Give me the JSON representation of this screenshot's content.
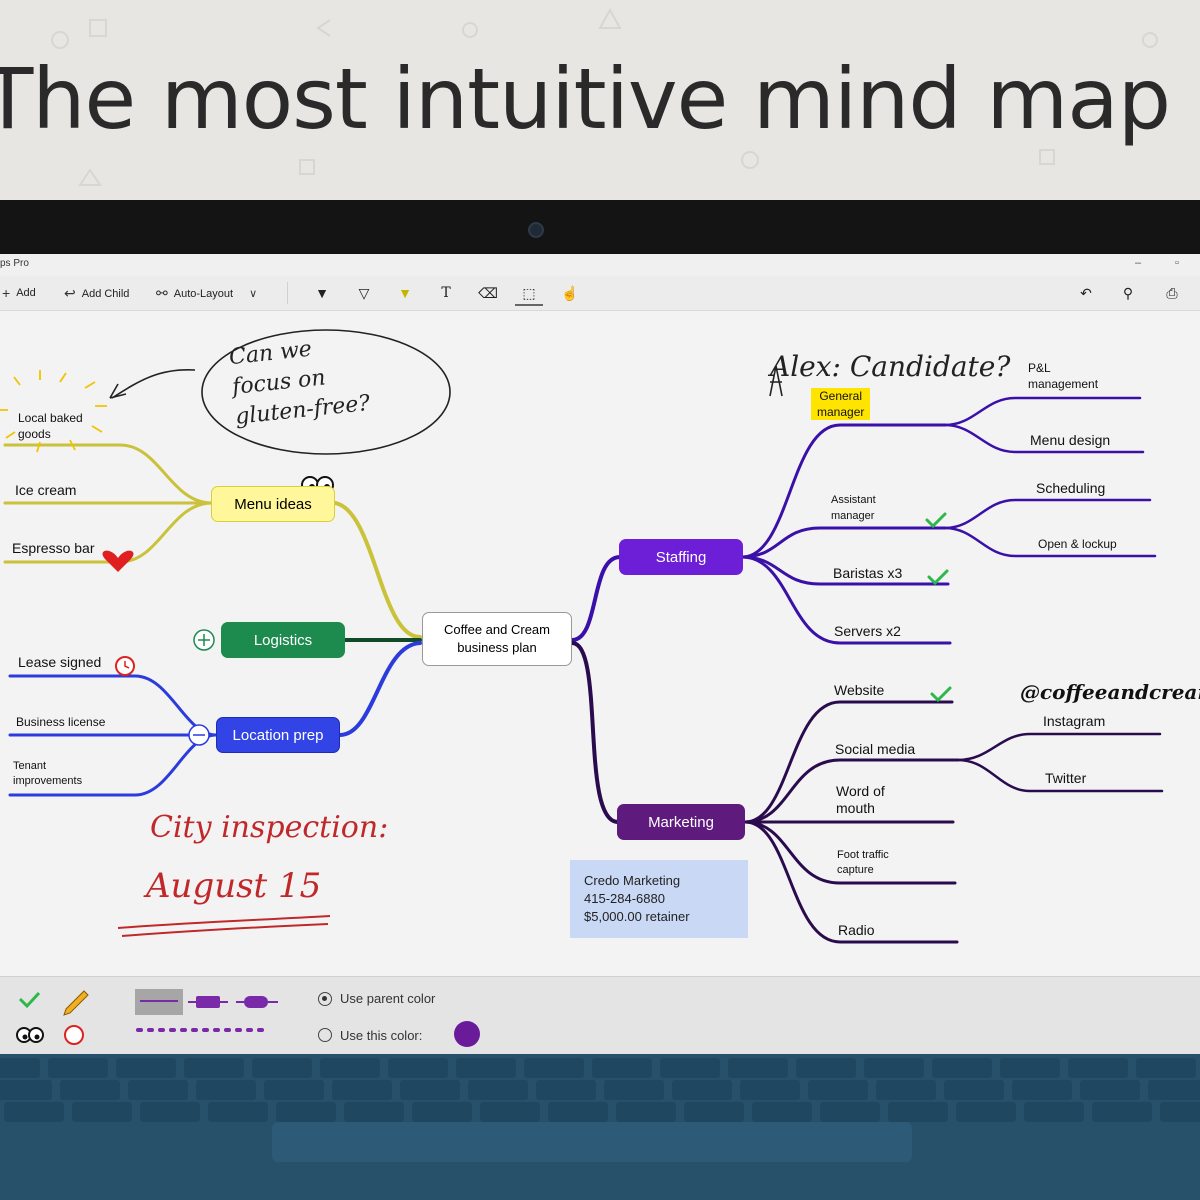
{
  "hero": {
    "title": "The most intuitive mind map app"
  },
  "window": {
    "title": "ps Pro"
  },
  "toolbar": {
    "add": "Add",
    "add_child": "Add Child",
    "auto_layout": "Auto-Layout"
  },
  "map": {
    "center": "Coffee and Cream\nbusiness plan",
    "menu_ideas": "Menu ideas",
    "logistics": "Logistics",
    "location_prep": "Location prep",
    "staffing": "Staffing",
    "marketing": "Marketing",
    "menu_items": [
      "Local baked\ngoods",
      "Ice cream",
      "Espresso bar"
    ],
    "location_items": [
      "Lease signed",
      "Business license",
      "Tenant\nimprovements"
    ],
    "staffing_items": [
      "General\nmanager",
      "Assistant\nmanager",
      "Baristas x3",
      "Servers x2"
    ],
    "gm_items": [
      "P&L\nmanagement",
      "Menu design"
    ],
    "am_items": [
      "Scheduling",
      "Open & lockup"
    ],
    "marketing_items": [
      "Website",
      "Social media",
      "Word of\nmouth",
      "Foot traffic\ncapture",
      "Radio"
    ],
    "social_items": [
      "Instagram",
      "Twitter"
    ]
  },
  "note": {
    "line1": "Credo Marketing",
    "line2": "415-284-6880",
    "line3": "$5,000.00 retainer"
  },
  "ink": {
    "gluten": "Can we\nfocus on\ngluten-free?",
    "candidate": "Alex: Candidate?",
    "handle": "@coffeeandcream",
    "inspection": "City inspection:",
    "date": "August 15"
  },
  "bottom": {
    "use_parent": "Use parent color",
    "use_this": "Use this color:",
    "swatch": "#6a1b9a"
  },
  "colors": {
    "menu": "#c9c23a",
    "logistics": "#1d8a4e",
    "location": "#2b3bdc",
    "staffing": "#3a10a8",
    "marketing": "#2a0c4e"
  }
}
